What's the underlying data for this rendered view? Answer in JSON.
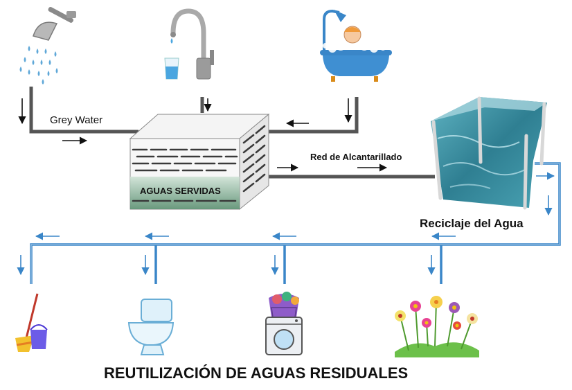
{
  "labels": {
    "grey_water": "Grey Water",
    "aguas_servidas": "AGUAS SERVIDAS",
    "red_alcantarillado": "Red de Alcantarillado",
    "reciclaje": "Reciclaje del Agua",
    "title": "REUTILIZACIÓN DE AGUAS RESIDUALES"
  },
  "colors": {
    "dark_pipe": "#555555",
    "blue_pipe": "#3a86c8",
    "water": "#3f8fa0",
    "brick": "#3a3a3a"
  },
  "sources": [
    {
      "icon": "shower-head-icon"
    },
    {
      "icon": "faucet-icon"
    },
    {
      "icon": "bathtub-icon"
    }
  ],
  "destinations": [
    {
      "icon": "mop-bucket-icon"
    },
    {
      "icon": "toilet-icon"
    },
    {
      "icon": "washing-machine-icon"
    },
    {
      "icon": "flowers-icon"
    }
  ]
}
